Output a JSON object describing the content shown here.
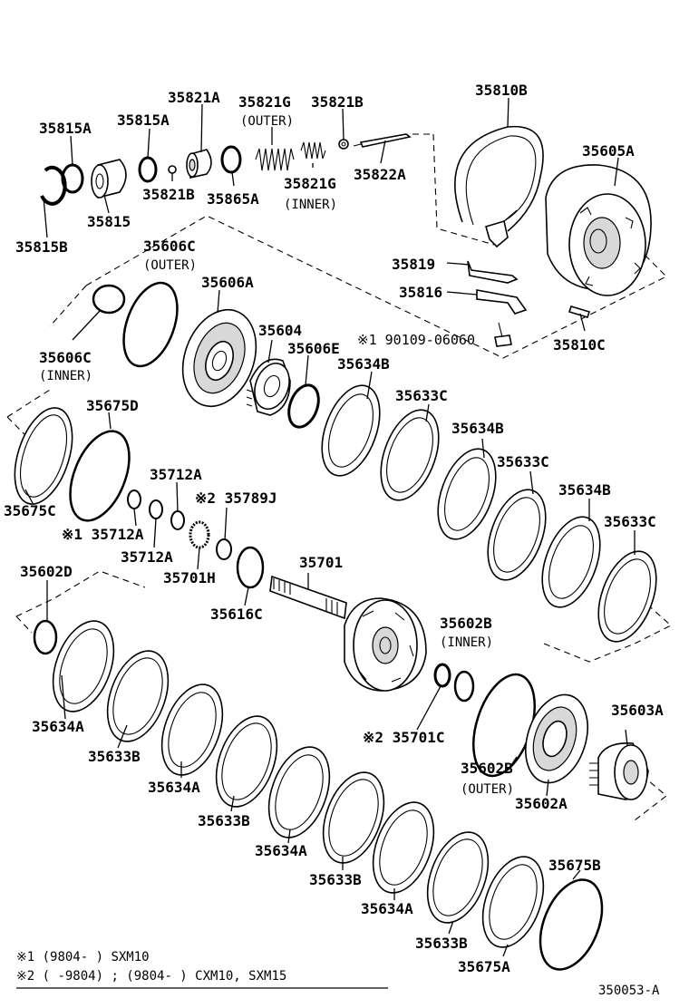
{
  "labels": {
    "p35821A": "35821A",
    "p35821G_top": "35821G",
    "outer_1": "(OUTER)",
    "p35821B_top": "35821B",
    "p35810B": "35810B",
    "p35815A_1": "35815A",
    "p35815A_2": "35815A",
    "p35605A": "35605A",
    "p35821B_mid": "35821B",
    "p35865A": "35865A",
    "p35821G_bot": "35821G",
    "inner_1": "(INNER)",
    "p35822A": "35822A",
    "p35815": "35815",
    "p35815B": "35815B",
    "p35606C_top": "35606C",
    "outer_2": "(OUTER)",
    "p35819": "35819",
    "p35606A": "35606A",
    "p35816": "35816",
    "p35604": "35604",
    "p35606E": "35606E",
    "p90109": "※1 90109-06060",
    "p35810C": "35810C",
    "p35606C_bot": "35606C",
    "inner_2": "(INNER)",
    "p35634B_1": "35634B",
    "p35675D": "35675D",
    "p35633C_1": "35633C",
    "p35634B_2": "35634B",
    "p35633C_2": "35633C",
    "p35712A_1": "35712A",
    "p35789J": "※2 35789J",
    "p35634B_3": "35634B",
    "p35675C": "35675C",
    "p35633C_3": "35633C",
    "p35712A_2": "※1 35712A",
    "p35712A_3": "35712A",
    "p35701": "35701",
    "p35701H": "35701H",
    "p35602D": "35602D",
    "p35616C": "35616C",
    "p35602B_top": "35602B",
    "inner_3": "(INNER)",
    "p35603A": "35603A",
    "p35634A_1": "35634A",
    "p35701C": "※2 35701C",
    "p35633B_1": "35633B",
    "p35602B_bot": "35602B",
    "outer_3": "(OUTER)",
    "p35634A_2": "35634A",
    "p35602A": "35602A",
    "p35633B_2": "35633B",
    "p35634A_3": "35634A",
    "p35633B_3": "35633B",
    "p35675B": "35675B",
    "p35634A_4": "35634A",
    "p35633B_4": "35633B",
    "p35675A": "35675A"
  },
  "notes": {
    "note1": "※1 (9804-      ) SXM10",
    "note2": "※2 (      -9804) ; (9804-      ) CXM10, SXM15"
  },
  "diagram_code": "350053-A"
}
